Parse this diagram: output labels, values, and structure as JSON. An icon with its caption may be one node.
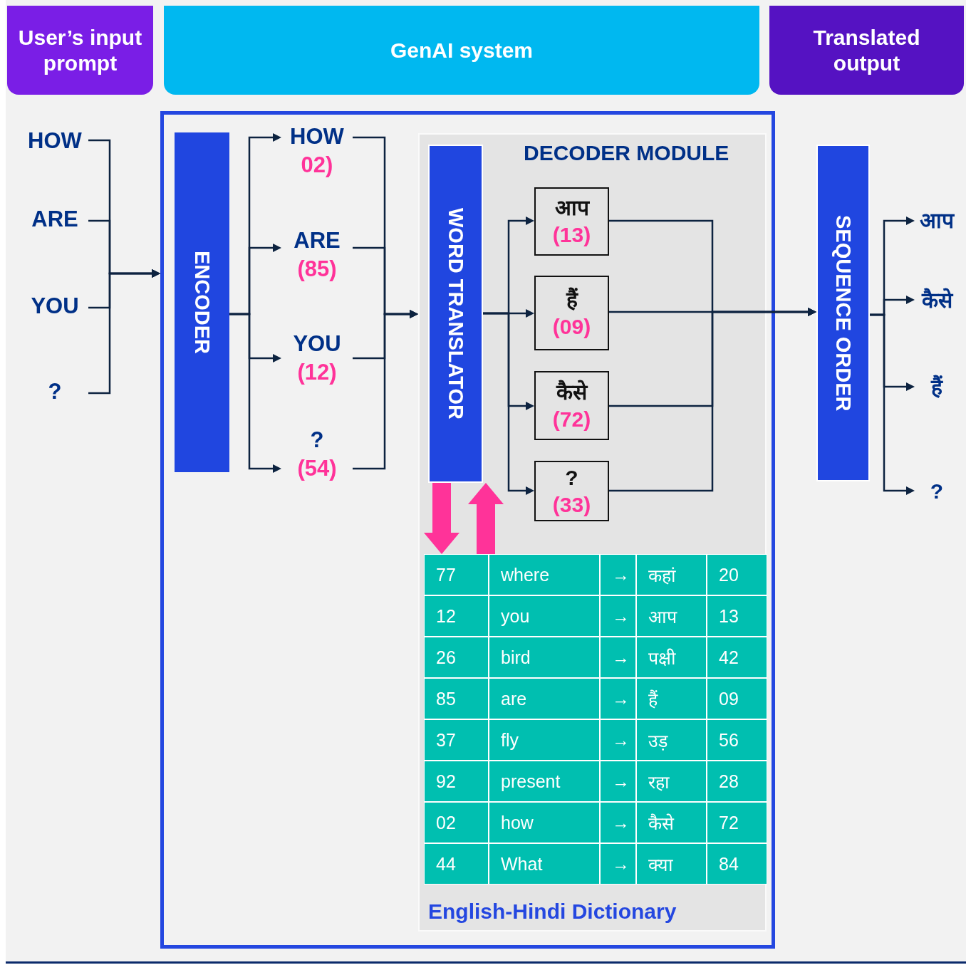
{
  "diagram": {
    "nodes": [
      {
        "text": [
          "User’s input prompt"
        ]
      },
      {
        "text": [
          "GenAI system"
        ]
      },
      {
        "text": [
          "Translated output"
        ]
      },
      {
        "text": [
          "HOW"
        ]
      },
      {
        "text": [
          "ARE"
        ]
      },
      {
        "text": [
          "YOU"
        ]
      },
      {
        "text": [
          "?"
        ]
      },
      {
        "text": [],
        "shape": "box"
      },
      {
        "text": [
          "ENCODER"
        ],
        "in": 7
      },
      {
        "text": [
          "HOW",
          "02)"
        ],
        "in": 7
      },
      {
        "text": [
          "ARE",
          "(85)"
        ],
        "in": 7
      },
      {
        "text": [
          "YOU",
          "(12)"
        ],
        "in": 7
      },
      {
        "text": [
          "?",
          "(54)"
        ],
        "in": 7
      },
      {
        "text": [
          "DECODER MODULE"
        ],
        "in": 7
      },
      {
        "text": [
          "WORD TRANSLATOR"
        ],
        "in": 13
      },
      {
        "text": [
          "आप",
          "(13)"
        ],
        "in": 13
      },
      {
        "text": [
          "हैं",
          "(09)"
        ],
        "in": 13
      },
      {
        "text": [
          "कैसे",
          "(72)"
        ],
        "in": 13
      },
      {
        "text": [
          "?",
          "(33)"
        ],
        "in": 13
      },
      {
        "text": [
          "English-Hindi Dictionary"
        ],
        "in": 13
      },
      {
        "text": [
          "SEQUENCE ORDER"
        ]
      },
      {
        "text": [
          "आप"
        ]
      },
      {
        "text": [
          "कैसे"
        ]
      },
      {
        "text": [
          "हैं"
        ]
      },
      {
        "text": [
          "?"
        ]
      }
    ],
    "edges": [
      {
        "from": 3,
        "to": 7,
        "arrow": "to"
      },
      {
        "from": 4,
        "to": 7,
        "arrow": "to"
      },
      {
        "from": 5,
        "to": 7,
        "arrow": "to"
      },
      {
        "from": 6,
        "to": 7,
        "arrow": "to"
      },
      {
        "from": 8,
        "to": 9,
        "arrow": "to"
      },
      {
        "from": 8,
        "to": 10,
        "arrow": "to"
      },
      {
        "from": 8,
        "to": 11,
        "arrow": "to"
      },
      {
        "from": 8,
        "to": 12,
        "arrow": "to"
      },
      {
        "from": 9,
        "to": 13,
        "arrow": "to"
      },
      {
        "from": 10,
        "to": 13,
        "arrow": "to"
      },
      {
        "from": 11,
        "to": 13,
        "arrow": "to"
      },
      {
        "from": 12,
        "to": 13,
        "arrow": "to"
      },
      {
        "from": 14,
        "to": 15,
        "arrow": "to"
      },
      {
        "from": 14,
        "to": 16,
        "arrow": "to"
      },
      {
        "from": 14,
        "to": 17,
        "arrow": "to"
      },
      {
        "from": 14,
        "to": 18,
        "arrow": "to"
      },
      {
        "from": 15,
        "to": 20,
        "arrow": "to"
      },
      {
        "from": 16,
        "to": 20,
        "arrow": "to"
      },
      {
        "from": 17,
        "to": 20,
        "arrow": "to"
      },
      {
        "from": 18,
        "to": 20,
        "arrow": "to"
      },
      {
        "from": 20,
        "to": 21,
        "arrow": "to"
      },
      {
        "from": 20,
        "to": 22,
        "arrow": "to"
      },
      {
        "from": 20,
        "to": 23,
        "arrow": "to"
      },
      {
        "from": 20,
        "to": 24,
        "arrow": "to"
      },
      {
        "from": 14,
        "to": 19,
        "arrow": "to",
        "style": "thick",
        "color": "#ff3399"
      },
      {
        "from": 19,
        "to": 14,
        "arrow": "to",
        "style": "thick",
        "color": "#ff3399"
      }
    ],
    "labels": [
      "77",
      "where",
      "→",
      "कहां",
      "20",
      "12",
      "you",
      "→",
      "आप",
      "13",
      "26",
      "bird",
      "→",
      "पक्षी",
      "42",
      "85",
      "are",
      "→",
      "हैं",
      "09",
      "37",
      "fly",
      "→",
      "उड़",
      "56",
      "92",
      "present",
      "→",
      "रहा",
      "28",
      "02",
      "how",
      "→",
      "कैसे",
      "72",
      "44",
      "What",
      "→",
      "क्या",
      "84"
    ]
  }
}
